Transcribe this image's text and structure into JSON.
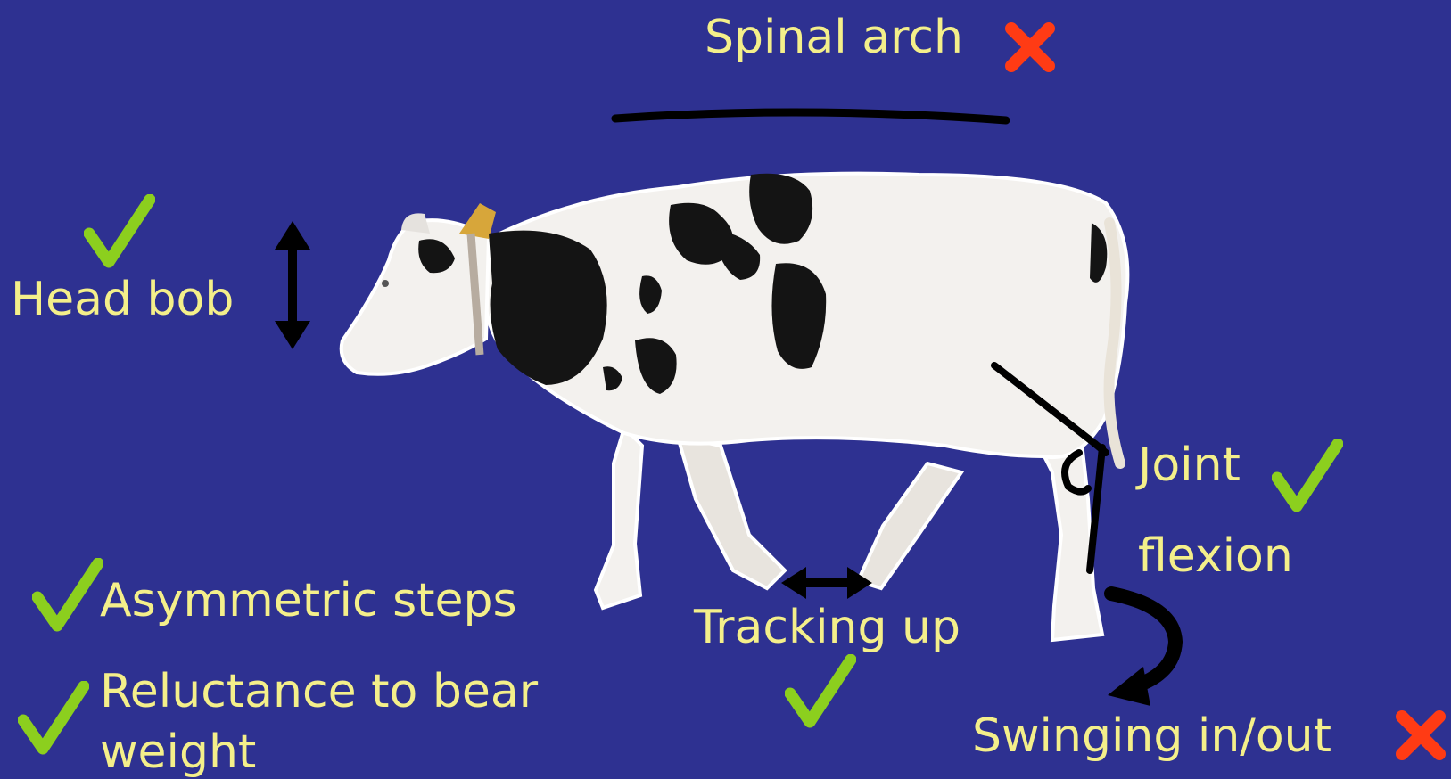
{
  "labels": {
    "spinal_arch": "Spinal arch",
    "head_bob": "Head bob",
    "joint": "Joint",
    "flexion": "flexion",
    "asymmetric_steps": "Asymmetric steps",
    "reluctance_line1": "Reluctance to bear",
    "reluctance_line2": "weight",
    "tracking_up": "Tracking up",
    "swinging": "Swinging in/out"
  },
  "indicators": {
    "spinal_arch": "cross",
    "head_bob": "check",
    "joint_flexion": "check",
    "asymmetric_steps": "check",
    "reluctance_to_bear_weight": "check",
    "tracking_up": "check",
    "swinging_in_out": "cross"
  },
  "colors": {
    "background": "#2e3191",
    "label_text": "#f4ef8a",
    "check": "#8ccf1e",
    "cross": "#ff3b14",
    "annotation": "#000000",
    "cow_white": "#f3f1ee",
    "cow_black": "#141414"
  }
}
